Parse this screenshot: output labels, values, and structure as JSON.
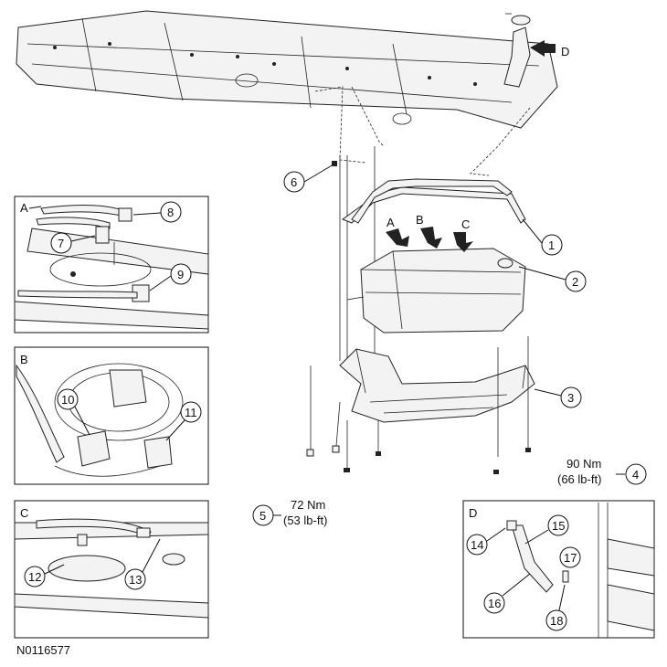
{
  "callouts": [
    "1",
    "2",
    "3",
    "4",
    "5",
    "6",
    "7",
    "8",
    "9",
    "10",
    "11",
    "12",
    "13",
    "14",
    "15",
    "16",
    "17",
    "18"
  ],
  "torque_4": {
    "value": "90 Nm",
    "alt": "(66 lb-ft)"
  },
  "torque_5": {
    "value": "72 Nm",
    "alt": "(53 lb-ft)"
  },
  "view_letters": {
    "a": "A",
    "b": "B",
    "c": "C",
    "d": "D"
  },
  "figure_id": "N0116577"
}
